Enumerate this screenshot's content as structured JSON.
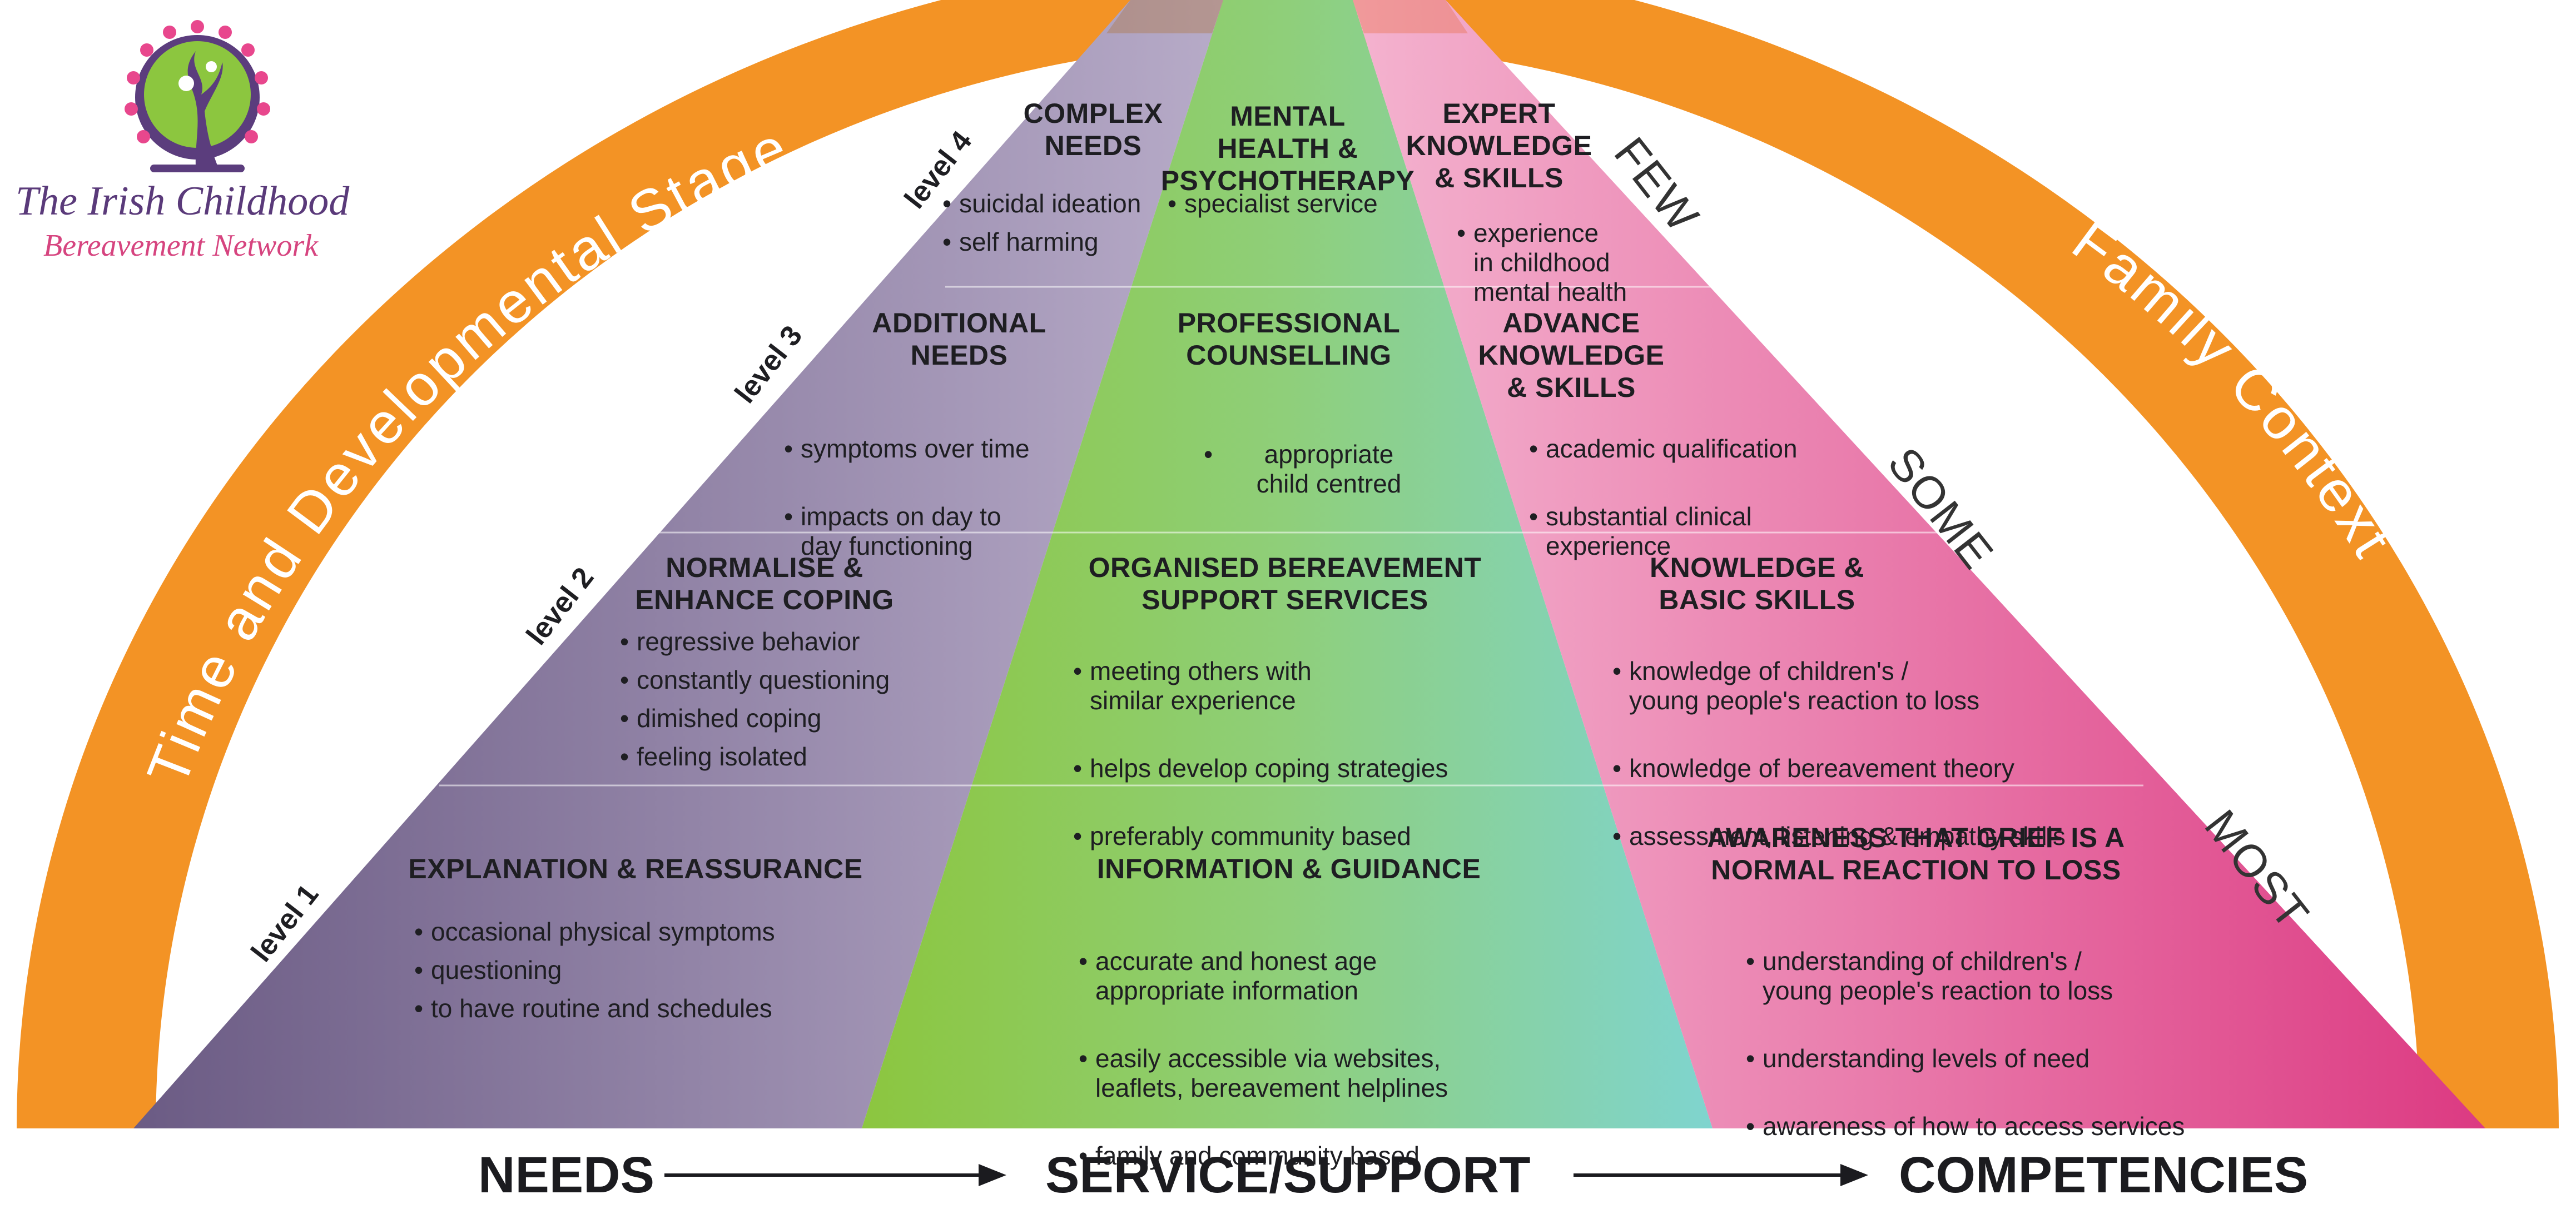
{
  "arch": {
    "left_label": "Time and Developmental Stage",
    "right_label": "Family Context"
  },
  "logo": {
    "line1": "The Irish Childhood",
    "line2": "Bereavement Network",
    "icon": "tree-icon"
  },
  "levels": [
    "level 1",
    "level 2",
    "level 3",
    "level 4"
  ],
  "frequency": [
    "FEW",
    "SOME",
    "MOST"
  ],
  "needs": [
    {
      "title": "COMPLEX\nNEEDS",
      "bullets": [
        "suicidal ideation",
        "self harming"
      ]
    },
    {
      "title": "ADDITIONAL\nNEEDS",
      "bullets": [
        "symptoms over time",
        "impacts on day to\nday functioning"
      ]
    },
    {
      "title": "NORMALISE &\nENHANCE COPING",
      "bullets": [
        "regressive behavior",
        "constantly questioning",
        "dimished coping",
        "feeling isolated"
      ]
    },
    {
      "title": "EXPLANATION & REASSURANCE",
      "bullets": [
        "occasional physical symptoms",
        "questioning",
        "to have routine and schedules"
      ]
    }
  ],
  "services": [
    {
      "title": "MENTAL\nHEALTH &\nPSYCHOTHERAPY",
      "bullets": [
        "specialist service"
      ]
    },
    {
      "title": "PROFESSIONAL\nCOUNSELLING",
      "bullets": [
        "appropriate\nchild centred"
      ]
    },
    {
      "title": "ORGANISED BEREAVEMENT\nSUPPORT SERVICES",
      "bullets": [
        "meeting others with\nsimilar experience",
        "helps develop coping strategies",
        "preferably community based"
      ]
    },
    {
      "title": "INFORMATION & GUIDANCE",
      "bullets": [
        "accurate and honest age\nappropriate information",
        "easily accessible via websites,\nleaflets, bereavement helplines",
        "family and community based"
      ]
    }
  ],
  "competencies": [
    {
      "title": "EXPERT\nKNOWLEDGE\n& SKILLS",
      "bullets": [
        "experience\nin childhood\nmental health"
      ]
    },
    {
      "title": "ADVANCE\nKNOWLEDGE\n& SKILLS",
      "bullets": [
        "academic qualification",
        "substantial clinical\nexperience"
      ]
    },
    {
      "title": "KNOWLEDGE &\nBASIC SKILLS",
      "bullets": [
        "knowledge of children's /\nyoung people's reaction to loss",
        "knowledge of bereavement theory",
        "assessment, listening & empathy skills"
      ]
    },
    {
      "title": "AWARENESS THAT GRIEF IS A\nNORMAL REACTION TO LOSS",
      "bullets": [
        "understanding of children's /\nyoung people's reaction to loss",
        "understanding levels of need",
        "awareness of how to access services"
      ]
    }
  ],
  "bottom": {
    "needs": "NEEDS",
    "service": "SERVICE/SUPPORT",
    "competencies": "COMPETENCIES"
  },
  "colors": {
    "arch": "#f39325",
    "needs_dark": "#6e5f86",
    "needs_light": "#b3a6c6",
    "service_green": "#8cc63f",
    "service_teal": "#7fd3c9",
    "competency_light": "#f2a9c8",
    "competency_dark": "#de3f86"
  }
}
